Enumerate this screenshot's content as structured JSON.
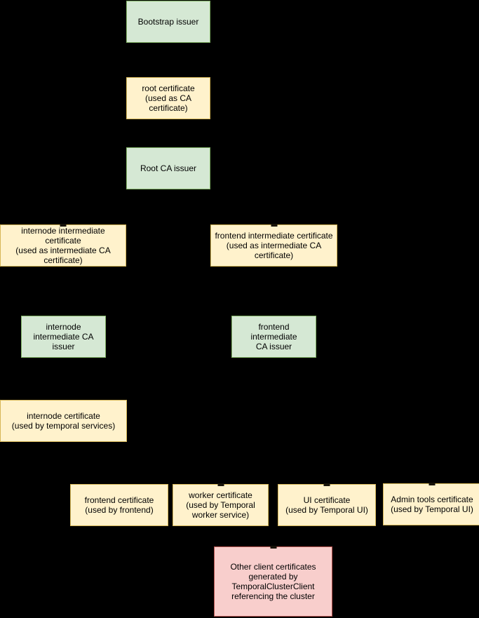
{
  "palette": {
    "background": "#000000",
    "issuer_fill": "#d5e8d4",
    "issuer_border": "#82b366",
    "certificate_fill": "#fff2cc",
    "certificate_border": "#d6b656",
    "client_certificate_fill": "#f8cecc",
    "client_certificate_border": "#b85450",
    "text": "#000000"
  },
  "nodes": {
    "bootstrap_issuer": {
      "label": "Bootstrap issuer",
      "kind": "issuer"
    },
    "root_certificate": {
      "label": "root certificate\n(used as CA\ncertificate)",
      "kind": "certificate"
    },
    "root_ca_issuer": {
      "label": "Root CA issuer",
      "kind": "issuer"
    },
    "internode_intermediate_certificate": {
      "label": "internode intermediate certificate\n(used as intermediate CA\ncertificate)",
      "kind": "certificate"
    },
    "frontend_intermediate_certificate": {
      "label": "frontend intermediate certificate\n(used as intermediate CA\ncertificate)",
      "kind": "certificate"
    },
    "internode_intermediate_ca_issuer": {
      "label": "internode\nintermediate CA\nissuer",
      "kind": "issuer"
    },
    "frontend_intermediate_ca_issuer": {
      "label": "frontend intermediate\nCA issuer",
      "kind": "issuer"
    },
    "internode_certificate": {
      "label": "internode certificate\n(used by temporal services)",
      "kind": "certificate"
    },
    "frontend_certificate": {
      "label": "frontend certificate\n(used by frontend)",
      "kind": "certificate"
    },
    "worker_certificate": {
      "label": "worker certificate\n(used by Temporal\nworker service)",
      "kind": "certificate"
    },
    "ui_certificate": {
      "label": "UI certificate\n(used by Temporal UI)",
      "kind": "certificate"
    },
    "admin_tools_certificate": {
      "label": "Admin tools certificate\n(used by Temporal UI)",
      "kind": "certificate"
    },
    "other_client_certificates": {
      "label": "Other client certificates\ngenerated by\nTemporalClusterClient\nreferencing the cluster",
      "kind": "client_certificate"
    }
  }
}
